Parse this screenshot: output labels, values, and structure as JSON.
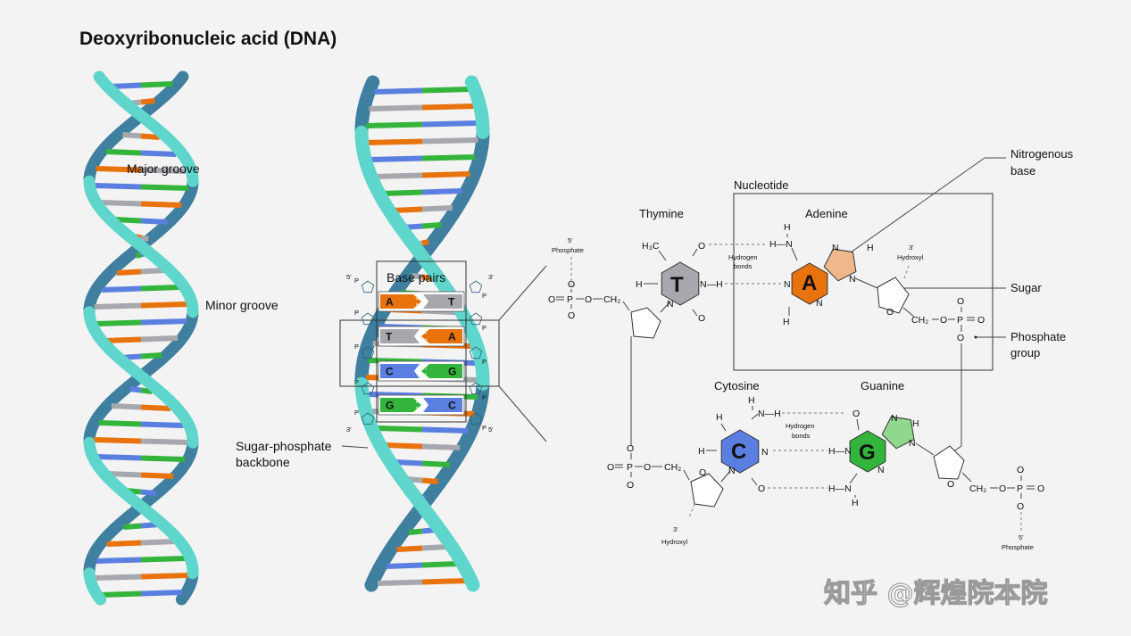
{
  "title": "Deoxyribonucleic acid (DNA)",
  "labels": {
    "major_groove": "Major groove",
    "minor_groove": "Minor groove",
    "sugar_phosphate_line1": "Sugar-phosphate",
    "sugar_phosphate_line2": "backbone",
    "base_pairs": "Base pairs",
    "nucleotide": "Nucleotide",
    "nitrogenous_line1": "Nitrogenous",
    "nitrogenous_line2": "base",
    "sugar": "Sugar",
    "phosphate_line1": "Phosphate",
    "phosphate_line2": "group",
    "thymine": "Thymine",
    "adenine": "Adenine",
    "cytosine": "Cytosine",
    "guanine": "Guanine",
    "hydrogen": "Hydrogen",
    "bonds": "bonds",
    "five_prime": "5'",
    "three_prime": "3'",
    "phosphate_small": "Phosphate",
    "hydroxyl": "Hydroxyl",
    "strand_p": "P"
  },
  "base_pairs": [
    {
      "left": "A",
      "right": "T"
    },
    {
      "left": "T",
      "right": "A"
    },
    {
      "left": "C",
      "right": "G"
    },
    {
      "left": "G",
      "right": "C"
    }
  ],
  "bases": {
    "t": "T",
    "a": "A",
    "c": "C",
    "g": "G"
  },
  "atoms": {
    "H": "H",
    "O": "O",
    "N": "N",
    "P": "P",
    "H3C": "H₃C",
    "CH2": "CH₂",
    "NH": "N—H",
    "HN": "H—N",
    "NHH": "N—H",
    "HNN": "H—N"
  },
  "colors": {
    "adenine": "#e8720c",
    "adenine_light": "#f0b88a",
    "thymine": "#a6a8ad",
    "cytosine": "#5b7fe0",
    "guanine": "#33b43a",
    "guanine_light": "#8fd88c",
    "strand_front": "#5fd6cc",
    "strand_back": "#3f7f9f"
  },
  "watermark": "知乎 @辉煌院本院"
}
